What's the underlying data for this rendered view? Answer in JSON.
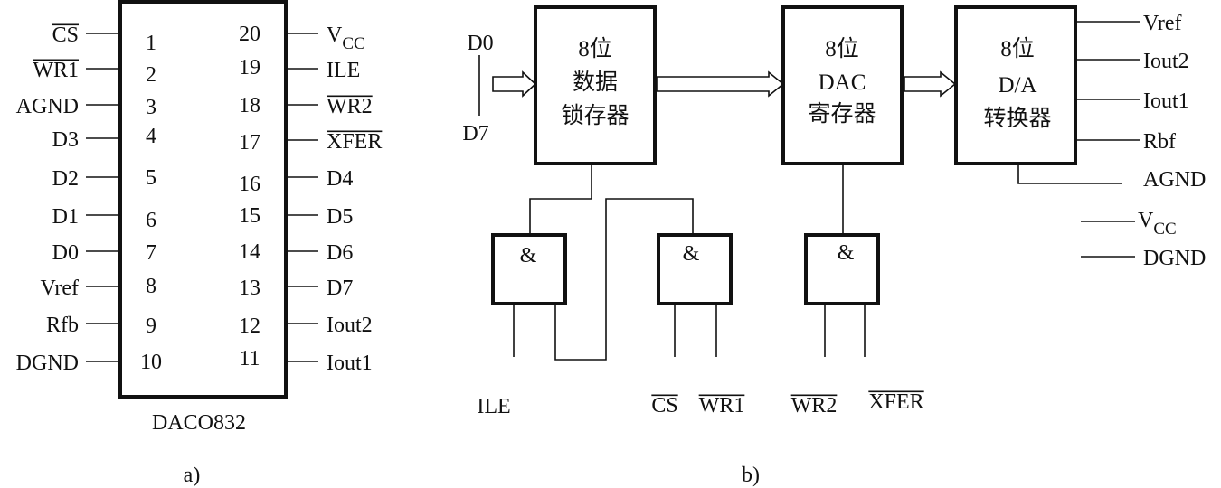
{
  "figure_a": {
    "caption": "a)",
    "chip_name": "DACO832",
    "left_pins": [
      {
        "num": "1",
        "label": "CS",
        "overline": true
      },
      {
        "num": "2",
        "label": "WR1",
        "overline": true
      },
      {
        "num": "3",
        "label": "AGND",
        "overline": false
      },
      {
        "num": "4",
        "label": "D3",
        "overline": false
      },
      {
        "num": "5",
        "label": "D2",
        "overline": false
      },
      {
        "num": "6",
        "label": "D1",
        "overline": false
      },
      {
        "num": "7",
        "label": "D0",
        "overline": false
      },
      {
        "num": "8",
        "label": "Vref",
        "overline": false
      },
      {
        "num": "9",
        "label": "Rfb",
        "overline": false
      },
      {
        "num": "10",
        "label": "DGND",
        "overline": false
      }
    ],
    "right_pins": [
      {
        "num": "20",
        "label": "V",
        "sub": "CC",
        "overline": false
      },
      {
        "num": "19",
        "label": "ILE",
        "overline": false
      },
      {
        "num": "18",
        "label": "WR2",
        "overline": true
      },
      {
        "num": "17",
        "label": "XFER",
        "overline": true
      },
      {
        "num": "16",
        "label": "D4",
        "overline": false
      },
      {
        "num": "15",
        "label": "D5",
        "overline": false
      },
      {
        "num": "14",
        "label": "D6",
        "overline": false
      },
      {
        "num": "13",
        "label": "D7",
        "overline": false
      },
      {
        "num": "12",
        "label": "Iout2",
        "overline": false
      },
      {
        "num": "11",
        "label": "Iout1",
        "overline": false
      }
    ]
  },
  "figure_b": {
    "caption": "b)",
    "data_in": {
      "top": "D0",
      "bottom": "D7"
    },
    "blocks": {
      "latch": [
        "8位",
        "数据",
        "锁存器"
      ],
      "dac_register": [
        "8位",
        "DAC",
        "寄存器"
      ],
      "converter": [
        "8位",
        "D/A",
        "转换器"
      ]
    },
    "gate_symbol": "&",
    "converter_outputs": [
      "Vref",
      "Iout2",
      "Iout1",
      "Rbf",
      "AGND"
    ],
    "power": {
      "vcc": "V",
      "vcc_sub": "CC",
      "dgnd": "DGND"
    },
    "control_inputs": [
      {
        "label": "ILE",
        "overline": false
      },
      {
        "label": "CS",
        "overline": true
      },
      {
        "label": "WR1",
        "overline": true
      },
      {
        "label": "WR2",
        "overline": true
      },
      {
        "label": "XFER",
        "overline": true
      }
    ]
  }
}
